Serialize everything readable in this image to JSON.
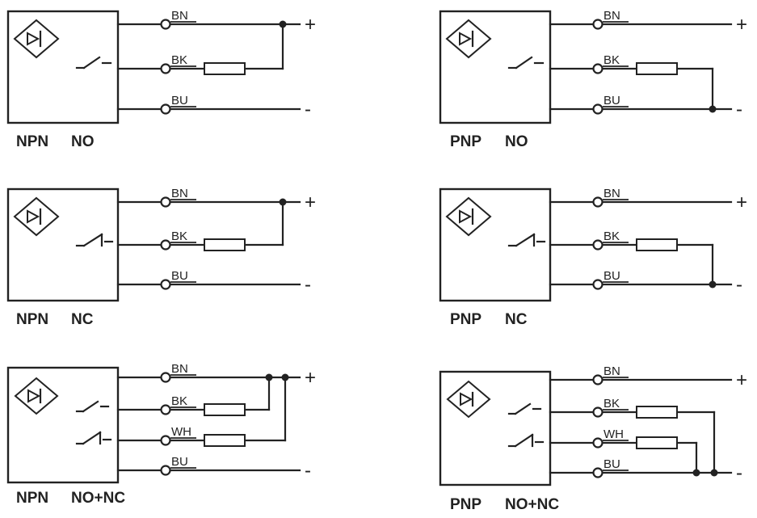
{
  "colors": {
    "ink": "#222222",
    "background": "#ffffff"
  },
  "diagrams": [
    {
      "family": "NPN",
      "mode": "NO",
      "wires": [
        "BN",
        "BK",
        "BU"
      ],
      "terminals": {
        "positive": "+",
        "negative": "-"
      }
    },
    {
      "family": "PNP",
      "mode": "NO",
      "wires": [
        "BN",
        "BK",
        "BU"
      ],
      "terminals": {
        "positive": "+",
        "negative": "-"
      }
    },
    {
      "family": "NPN",
      "mode": "NC",
      "wires": [
        "BN",
        "BK",
        "BU"
      ],
      "terminals": {
        "positive": "+",
        "negative": "-"
      }
    },
    {
      "family": "PNP",
      "mode": "NC",
      "wires": [
        "BN",
        "BK",
        "BU"
      ],
      "terminals": {
        "positive": "+",
        "negative": "-"
      }
    },
    {
      "family": "NPN",
      "mode": "NO+NC",
      "wires": [
        "BN",
        "BK",
        "WH",
        "BU"
      ],
      "terminals": {
        "positive": "+",
        "negative": "-"
      }
    },
    {
      "family": "PNP",
      "mode": "NO+NC",
      "wires": [
        "BN",
        "BK",
        "WH",
        "BU"
      ],
      "terminals": {
        "positive": "+",
        "negative": "-"
      }
    }
  ]
}
